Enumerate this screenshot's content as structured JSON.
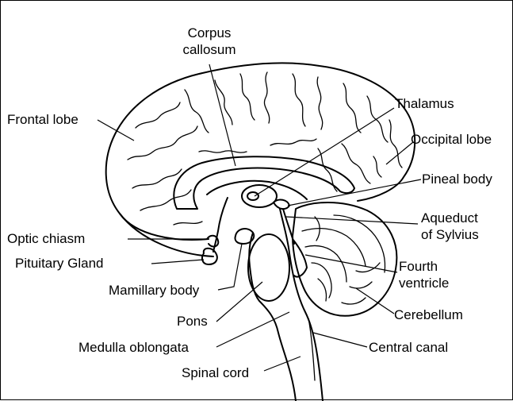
{
  "labels": {
    "corpus_callosum_1": "Corpus",
    "corpus_callosum_2": "callosum",
    "frontal_lobe": "Frontal lobe",
    "thalamus": "Thalamus",
    "occipital_lobe": "Occipital lobe",
    "pineal_body": "Pineal body",
    "aqueduct_1": "Aqueduct",
    "aqueduct_2": "of Sylvius",
    "optic_chiasm": "Optic chiasm",
    "pituitary_gland": "Pituitary Gland",
    "fourth_ventricle_1": "Fourth",
    "fourth_ventricle_2": "ventricle",
    "mamillary_body": "Mamillary body",
    "cerebellum": "Cerebellum",
    "pons": "Pons",
    "medulla_oblongata": "Medulla oblongata",
    "central_canal": "Central canal",
    "spinal_cord": "Spinal cord"
  }
}
